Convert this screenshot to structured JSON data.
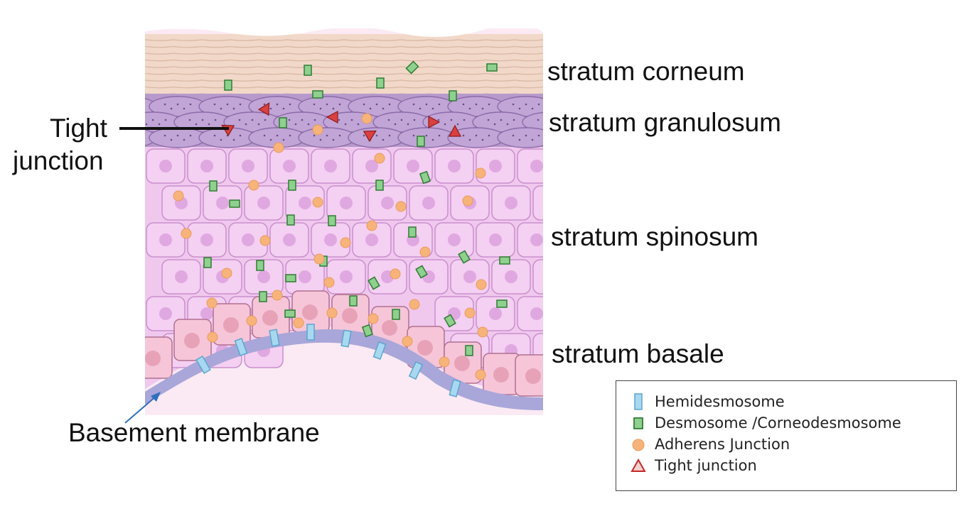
{
  "layers": {
    "corneum": "stratum corneum",
    "granulosum": "stratum granulosum",
    "spinosum": "stratum spinosum",
    "basale": "stratum basale"
  },
  "callouts": {
    "tight_junction_line1": "Tight",
    "tight_junction_line2": "junction",
    "basement_membrane": "Basement membrane"
  },
  "legend": {
    "hemidesmosome": "Hemidesmosome",
    "desmosome": "Desmosome /Corneodesmosome",
    "adherens": "Adherens Junction",
    "tight": "Tight junction"
  },
  "colors": {
    "corneum": "#f1d8c8",
    "granulosum": "#b79acc",
    "spinosum": "#f0c8ee",
    "basale": "#f6c5d8",
    "membrane": "#a9a6d9",
    "hemidesmosome": "#a8d8f0",
    "desmosome": "#8fd08f",
    "adherens": "#f7b47a",
    "tight": "#d94040"
  }
}
